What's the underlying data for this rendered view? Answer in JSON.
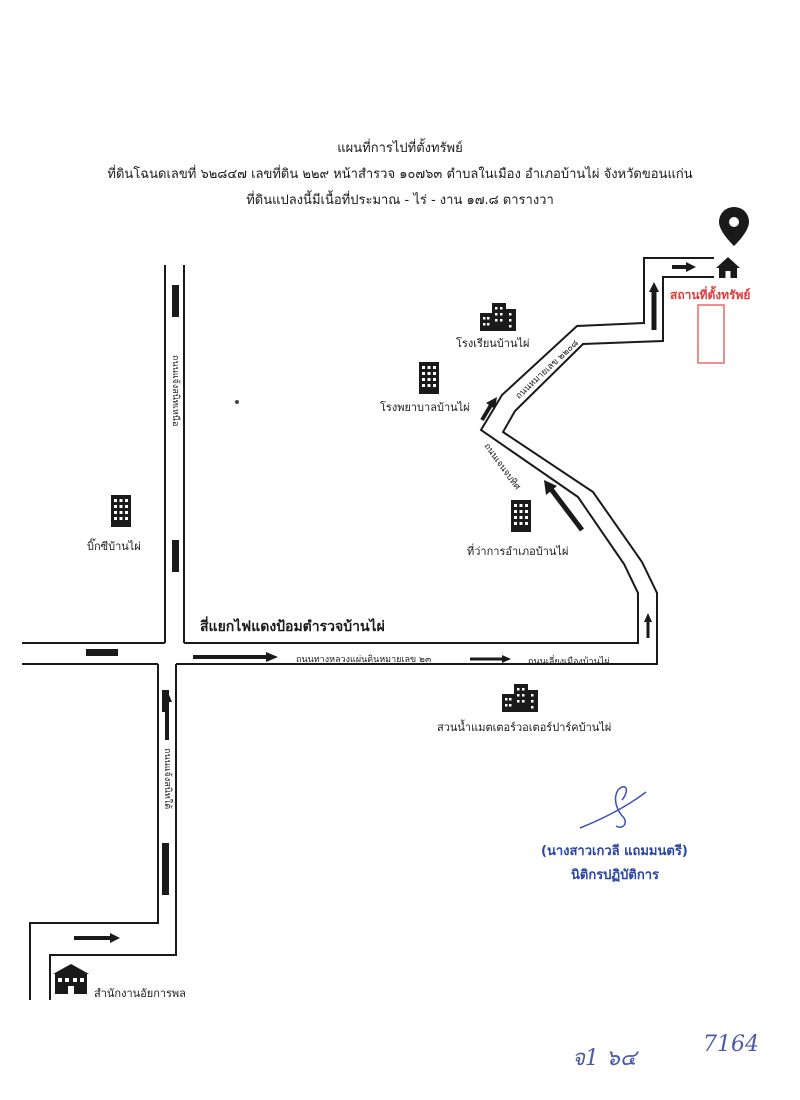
{
  "title": {
    "line1": "แผนที่การไปที่ตั้งทรัพย์",
    "line2": "ที่ดินโฉนดเลขที่ ๖๒๘๔๗ เลขที่ดิน ๒๒๙ หน้าสำรวจ ๑๐๗๖๓ ตำบลในเมือง อำเภอบ้านไผ่ จังหวัดขอนแก่น",
    "line3": "ที่ดินแปลงนี้มีเนื้อที่ประมาณ - ไร่ - งาน ๑๗.๘ ตารางวา"
  },
  "landmarks": {
    "property": "สถานที่ตั้งทรัพย์",
    "school": "โรงเรียนบ้านไผ่",
    "hospital": "โรงพยาบาลบ้านไผ่",
    "bigc": "บิ๊กซีบ้านไผ่",
    "district_office": "ที่ว่าการอำเภอบ้านไผ่",
    "intersection": "สี่แยกไฟแดงป้อมตำรวจบ้านไผ่",
    "water_park": "สวนน้ำแมตเตอร์วอเตอร์ปาร์คบ้านไผ่",
    "prosecutor": "สำนักงานอัยการพล"
  },
  "roads": {
    "north_vertical": "ถนนแจ้งสนิทเหนือ",
    "south_vertical": "ถนนแจ้งสนิทใต้",
    "highway": "ถนนทางหลวงแผ่นดินหมายเลข ๒๓",
    "bypass": "ถนนเลี่ยงเมืองบ้านไผ่",
    "route_2208": "ถนนหมายเลข ๒๒๐๘",
    "chengpathit": "ถนนเจนจบทิศ"
  },
  "signature": {
    "name": "(นางสาวเกวลี แถมมนตรี)",
    "position": "นิติกรปฏิบัติการ"
  },
  "handwritten": {
    "left": "จ1 ๖๔",
    "right": "7164"
  },
  "colors": {
    "road_line": "#1a1a1a",
    "arrow": "#1a1a1a",
    "property_red": "#e03c3c",
    "signature_blue": "#2a45a8"
  }
}
